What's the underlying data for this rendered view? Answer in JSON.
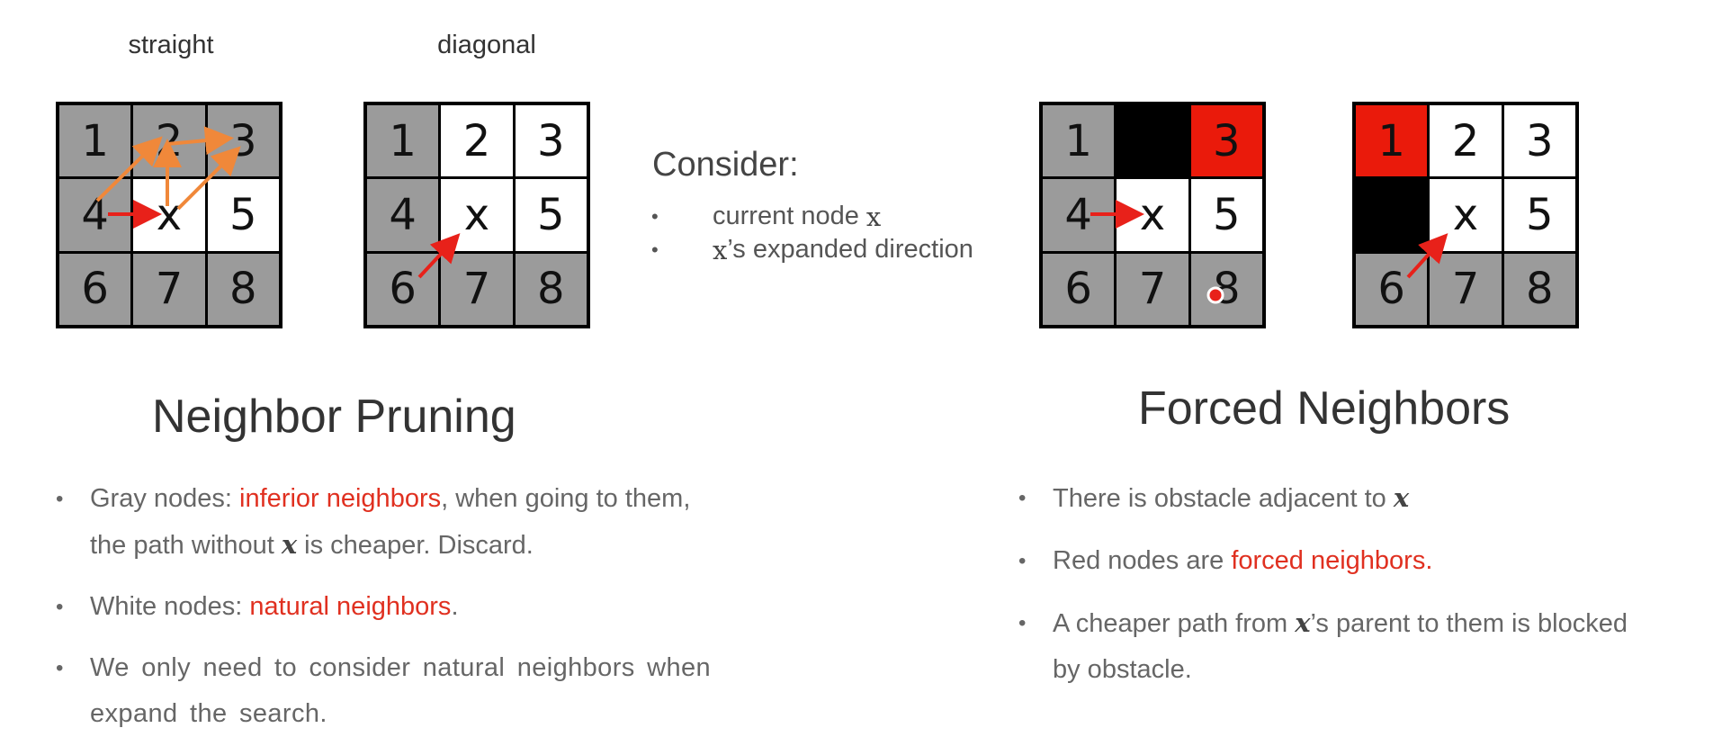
{
  "grids": {
    "straight": {
      "label": "straight",
      "cells": [
        {
          "text": "1",
          "color": "gray"
        },
        {
          "text": "2",
          "color": "gray"
        },
        {
          "text": "3",
          "color": "gray"
        },
        {
          "text": "4",
          "color": "gray"
        },
        {
          "text": "x",
          "color": "white"
        },
        {
          "text": "5",
          "color": "white"
        },
        {
          "text": "6",
          "color": "gray"
        },
        {
          "text": "7",
          "color": "gray"
        },
        {
          "text": "8",
          "color": "gray"
        }
      ]
    },
    "diagonal": {
      "label": "diagonal",
      "cells": [
        {
          "text": "1",
          "color": "gray"
        },
        {
          "text": "2",
          "color": "white"
        },
        {
          "text": "3",
          "color": "white"
        },
        {
          "text": "4",
          "color": "gray"
        },
        {
          "text": "x",
          "color": "white"
        },
        {
          "text": "5",
          "color": "white"
        },
        {
          "text": "6",
          "color": "gray"
        },
        {
          "text": "7",
          "color": "gray"
        },
        {
          "text": "8",
          "color": "gray"
        }
      ]
    },
    "forced_straight": {
      "cells": [
        {
          "text": "1",
          "color": "gray"
        },
        {
          "text": "",
          "color": "black"
        },
        {
          "text": "3",
          "color": "red"
        },
        {
          "text": "4",
          "color": "gray"
        },
        {
          "text": "x",
          "color": "white"
        },
        {
          "text": "5",
          "color": "white"
        },
        {
          "text": "6",
          "color": "gray"
        },
        {
          "text": "7",
          "color": "gray"
        },
        {
          "text": "8",
          "color": "gray"
        }
      ]
    },
    "forced_diagonal": {
      "cells": [
        {
          "text": "1",
          "color": "red"
        },
        {
          "text": "2",
          "color": "white"
        },
        {
          "text": "3",
          "color": "white"
        },
        {
          "text": "",
          "color": "black"
        },
        {
          "text": "x",
          "color": "white"
        },
        {
          "text": "5",
          "color": "white"
        },
        {
          "text": "6",
          "color": "gray"
        },
        {
          "text": "7",
          "color": "gray"
        },
        {
          "text": "8",
          "color": "gray"
        }
      ]
    }
  },
  "consider": {
    "title": "Consider:",
    "items": [
      {
        "text": "current node",
        "var": "x"
      },
      {
        "var": "x",
        "text": "’s expanded direction"
      }
    ]
  },
  "pruning": {
    "heading": "Neighbor Pruning",
    "b1": {
      "pre": "Gray nodes: ",
      "hl": "inferior neighbors",
      "post": ", when going to them,",
      "line2_pre": "the path without ",
      "var": "x",
      "line2_post": " is cheaper. Discard."
    },
    "b2": {
      "pre": "White nodes: ",
      "hl": "natural neighbors",
      "post": "."
    },
    "b3": {
      "line1": "We only need to consider natural neighbors when",
      "line2": "expand the search."
    }
  },
  "forced": {
    "heading": "Forced Neighbors",
    "b1": {
      "pre": "There is obstacle adjacent to ",
      "var": "x"
    },
    "b2": {
      "pre": "Red nodes are ",
      "hl": "forced neighbors."
    },
    "b3": {
      "pre": "A cheaper path from ",
      "var": "x",
      "mid": "’s parent to them is blocked",
      "line2": "by obstacle."
    }
  },
  "colors": {
    "gray": "#9b9b9b",
    "red": "#ea1a0b",
    "black": "#000000",
    "white": "#ffffff",
    "arrow_red": "#e8211a",
    "arrow_orange": "#f0883a",
    "highlight": "#e03020"
  }
}
